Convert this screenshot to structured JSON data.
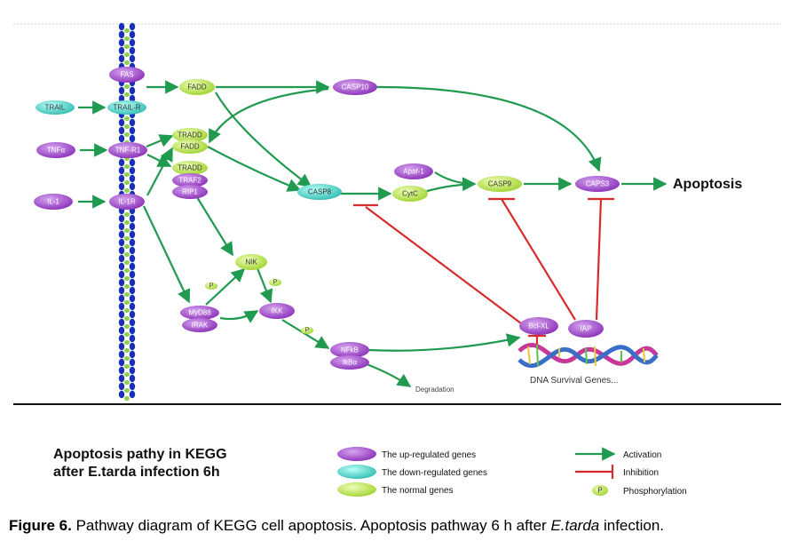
{
  "nodes": {
    "fas": "FAS",
    "trail_r": "TRAIL-R",
    "trail": "TRAIL",
    "tnfr1": "TNF-R1",
    "tnfa": "TNFα",
    "il1r": "IL-1R",
    "il1": "IL-1",
    "fadd": "FADD",
    "casp10": "CASP10",
    "tradd1": "TRADD",
    "fadd2": "FADD",
    "tradd2": "TRADD",
    "traf2": "TRAF2",
    "rip1": "RIP1",
    "casp8": "CASP8",
    "apaf1": "Apaf-1",
    "cytc": "CytC",
    "casp9": "CASP9",
    "caps3": "CAPS3",
    "nik": "NIK",
    "myd88": "MyD88",
    "irak": "IRAK",
    "ikk": "IKK",
    "nfkb": "NFkB",
    "ikba": "IkBα",
    "bclxl": "Bcl-XL",
    "iap": "IAP"
  },
  "labels": {
    "apoptosis": "Apoptosis",
    "degradation": "Degradation",
    "dna": "DNA Survival Genes...",
    "p": "P"
  },
  "legend": {
    "title_line1": "Apoptosis pathy in KEGG",
    "title_line2": "after E.tarda infection 6h",
    "up": "The up-regulated genes",
    "down": "The down-regulated genes",
    "normal": "The normal genes",
    "activation": "Activation",
    "inhibition": "Inhibition",
    "phosphorylation": "Phosphorylation"
  },
  "caption": {
    "label": "Figure 6.",
    "text": " Pathway diagram of KEGG cell apoptosis. Apoptosis pathway 6 h after ",
    "species": "E.tarda",
    "end": " infection."
  },
  "colors": {
    "up": "#9b3fc4",
    "down": "#3ecfc4",
    "normal": "#b6e43e",
    "activation": "#1f9a4f",
    "inhibition": "#d82c2c",
    "membrane_blue": "#1a2fb8",
    "membrane_green": "#8fd14f"
  }
}
